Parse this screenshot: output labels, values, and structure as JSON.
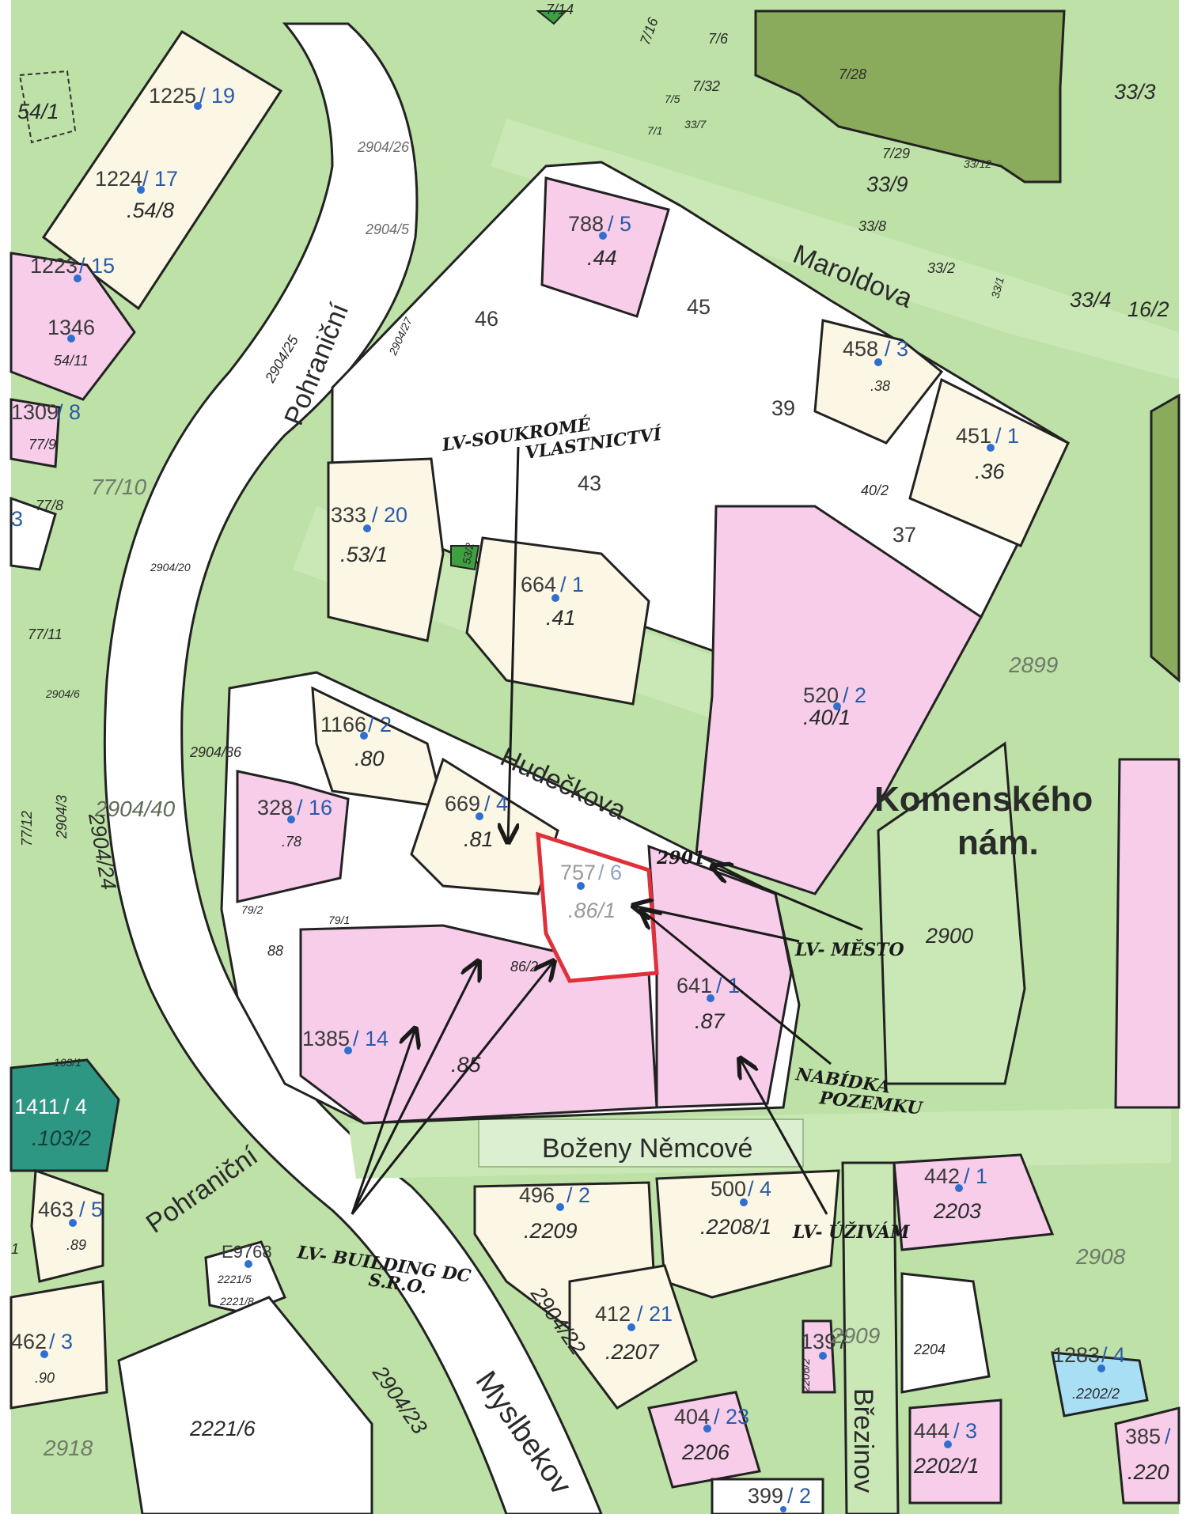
{
  "streets": {
    "pohranicni_upper": "Pohraniční",
    "pohranicni_lower": "Pohraniční",
    "maroldova": "Maroldova",
    "hudeckova": "Hudečkova",
    "bozeny_nemcove": "Boženy Němcové",
    "myslbekova": "Myslbekov",
    "brezinova": "Březinov"
  },
  "place": {
    "line1": "Komenského",
    "line2": "nám."
  },
  "buildings": [
    {
      "id": "1225",
      "num": "1225",
      "entrance": "/ 19",
      "parcel": ""
    },
    {
      "id": "1224",
      "num": "1224",
      "entrance": "/ 17",
      "parcel": ".54/8"
    },
    {
      "id": "1223",
      "num": "1223",
      "entrance": "/ 15",
      "parcel": ""
    },
    {
      "id": "1346",
      "num": "1346",
      "entrance": "",
      "parcel": "54/11"
    },
    {
      "id": "1309",
      "num": "1309",
      "entrance": "/ 8",
      "parcel": "77/9"
    },
    {
      "id": "788",
      "num": "788",
      "entrance": "/ 5",
      "parcel": ".44"
    },
    {
      "id": "458",
      "num": "458",
      "entrance": "/ 3",
      "parcel": ".38"
    },
    {
      "id": "451",
      "num": "451",
      "entrance": "/ 1",
      "parcel": ".36"
    },
    {
      "id": "333",
      "num": "333",
      "entrance": "/ 20",
      "parcel": ".53/1"
    },
    {
      "id": "664",
      "num": "664",
      "entrance": "/ 1",
      "parcel": ".41"
    },
    {
      "id": "520",
      "num": "520",
      "entrance": "/ 2",
      "parcel": ".40/1"
    },
    {
      "id": "1166",
      "num": "1166",
      "entrance": "/ 2",
      "parcel": ".80"
    },
    {
      "id": "328",
      "num": "328",
      "entrance": "/ 16",
      "parcel": ".78"
    },
    {
      "id": "669",
      "num": "669",
      "entrance": "/ 4",
      "parcel": ".81"
    },
    {
      "id": "757",
      "num": "757",
      "entrance": "/ 6",
      "parcel": ".86/1"
    },
    {
      "id": "641",
      "num": "641",
      "entrance": "/ 1",
      "parcel": ".87"
    },
    {
      "id": "1385",
      "num": "1385",
      "entrance": "/ 14",
      "parcel": ".85"
    },
    {
      "id": "1411",
      "num": "1411",
      "entrance": "/ 4",
      "parcel": ".103/2"
    },
    {
      "id": "463",
      "num": "463",
      "entrance": "/ 5",
      "parcel": ".89"
    },
    {
      "id": "462",
      "num": "462",
      "entrance": "/ 3",
      "parcel": ".90"
    },
    {
      "id": "e9768",
      "num": "E9768",
      "entrance": "",
      "parcel": "2221/5"
    },
    {
      "id": "496",
      "num": "496",
      "entrance": "/ 2",
      "parcel": ".2209"
    },
    {
      "id": "500",
      "num": "500",
      "entrance": "/ 4",
      "parcel": ".2208/1"
    },
    {
      "id": "442",
      "num": "442",
      "entrance": "/ 1",
      "parcel": "2203"
    },
    {
      "id": "412",
      "num": "412",
      "entrance": "/ 21",
      "parcel": ".2207"
    },
    {
      "id": "1397",
      "num": "1397",
      "entrance": "",
      "parcel": ""
    },
    {
      "id": "1283",
      "num": "1283",
      "entrance": "/ 4",
      "parcel": ".2202/2"
    },
    {
      "id": "404",
      "num": "404",
      "entrance": "/ 23",
      "parcel": "2206"
    },
    {
      "id": "444",
      "num": "444",
      "entrance": "/ 3",
      "parcel": "2202/1"
    },
    {
      "id": "385",
      "num": "385",
      "entrance": "/",
      "parcel": ".220"
    },
    {
      "id": "399",
      "num": "399",
      "entrance": "/ 2",
      "parcel": ""
    }
  ],
  "parcels": {
    "p54_1": "54/1",
    "p2904_26": "2904/26",
    "p2904_5": "2904/5",
    "p2904_25": "2904/25",
    "p2904_27": "2904/27",
    "p7_14": "7/14",
    "p7_16": "7/16",
    "p7_6": "7/6",
    "p7_28": "7/28",
    "p7_32": "7/32",
    "p7_5": "7/5",
    "p7_1": "7/1",
    "p33_7": "33/7",
    "p7_29": "7/29",
    "p33_12": "33/12",
    "p33_3": "33/3",
    "p33_9": "33/9",
    "p33_8": "33/8",
    "p33_2": "33/2",
    "p33_1": "33/1",
    "p33_4": "33/4",
    "p16_2": "16/2",
    "p46": "46",
    "p45": "45",
    "p43": "43",
    "p39": "39",
    "p37": "37",
    "p40_2": "40/2",
    "p53_2": "53/2",
    "p77_10": "77/10",
    "p77_8": "77/8",
    "p3": "3",
    "p2904_20": "2904/20",
    "p77_11": "77/11",
    "p2904_6": "2904/6",
    "p2904_36": "2904/36",
    "p2904_40": "2904/40",
    "p77_12": "77/12",
    "p2904_3": "2904/3",
    "p2904_24": "2904/24",
    "p2899": "2899",
    "p2901": "2901",
    "p2900": "2900",
    "p79_2": "79/2",
    "p79_1": "79/1",
    "p88": "88",
    "p86_2": "86/2",
    "p2908": "2908",
    "p2909": "2909",
    "p2904_22": "2904/22",
    "p2904_23": "2904/23",
    "p2221_6": "2221/6",
    "p2221_8": "2221/8",
    "p2204": "2204",
    "p2918": "2918",
    "p1": "1",
    "p103_1": "103/1",
    "p2206_2": "2206/2"
  },
  "annotations": {
    "private_1": "LV-SOUKROMÉ",
    "private_2": "VLASTNICTVÍ",
    "city": "LV- MĚSTO",
    "offer_1": "NABÍDKA",
    "offer_2": "POZEMKU",
    "usage": "LV- ÚŽIVÁM",
    "building_1": "LV- BUILDING DC",
    "building_2": "S.R.O."
  },
  "colors": {
    "green": "#bde1a6",
    "dark_green": "#8aaa5c",
    "pink": "#f7cdea",
    "cream": "#fbf7e4",
    "teal": "#2e9783",
    "blue": "#a9dff4",
    "highlight": "#e0303a",
    "number_blue": "#2b5aa8"
  }
}
